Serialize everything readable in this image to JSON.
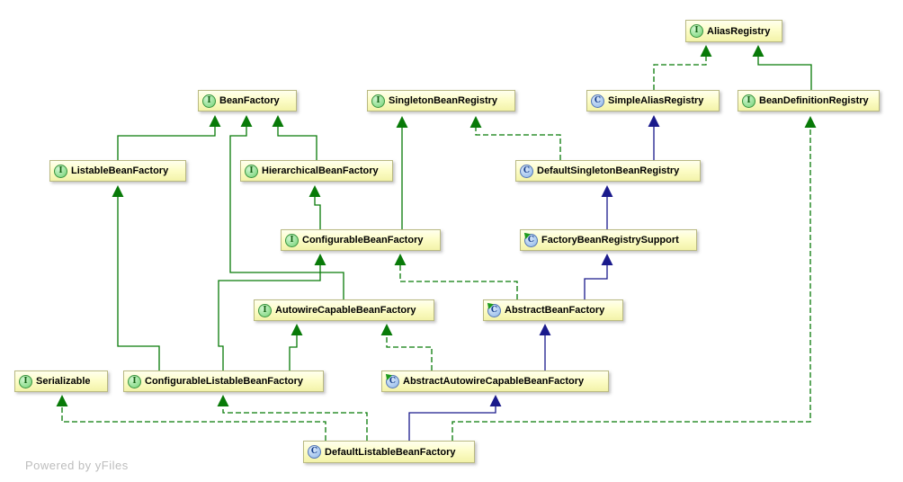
{
  "diagram": {
    "footer": "Powered by yFiles",
    "colors": {
      "node_fill": "#fdfdc9",
      "node_border": "#b9b982",
      "interface_icon_green": "#8fdd8f",
      "class_icon_blue": "#a5c6ee",
      "interface_edge_green": "#087a08",
      "class_edge_navy": "#1a1a8c",
      "footer_gray": "#bdbdbd"
    },
    "legend": {
      "interface_icon_letter_meaning": "interface",
      "class_icon_letter_meaning": "class",
      "solid_green": "interface extends interface",
      "dashed_green": "class implements interface",
      "solid_navy": "class extends class"
    },
    "nodes": [
      {
        "label": "AliasRegistry",
        "stereotype": "interface",
        "icon_letter": "I"
      },
      {
        "label": "BeanFactory",
        "stereotype": "interface",
        "icon_letter": "I"
      },
      {
        "label": "SingletonBeanRegistry",
        "stereotype": "interface",
        "icon_letter": "I"
      },
      {
        "label": "SimpleAliasRegistry",
        "stereotype": "class",
        "icon_letter": "C"
      },
      {
        "label": "BeanDefinitionRegistry",
        "stereotype": "interface",
        "icon_letter": "I"
      },
      {
        "label": "ListableBeanFactory",
        "stereotype": "interface",
        "icon_letter": "I"
      },
      {
        "label": "HierarchicalBeanFactory",
        "stereotype": "interface",
        "icon_letter": "I"
      },
      {
        "label": "DefaultSingletonBeanRegistry",
        "stereotype": "class",
        "icon_letter": "C"
      },
      {
        "label": "ConfigurableBeanFactory",
        "stereotype": "interface",
        "icon_letter": "I"
      },
      {
        "label": "FactoryBeanRegistrySupport",
        "stereotype": "abstract-class",
        "icon_letter": "C"
      },
      {
        "label": "AutowireCapableBeanFactory",
        "stereotype": "interface",
        "icon_letter": "I"
      },
      {
        "label": "AbstractBeanFactory",
        "stereotype": "abstract-class",
        "icon_letter": "C"
      },
      {
        "label": "Serializable",
        "stereotype": "interface",
        "icon_letter": "I"
      },
      {
        "label": "ConfigurableListableBeanFactory",
        "stereotype": "interface",
        "icon_letter": "I"
      },
      {
        "label": "AbstractAutowireCapableBeanFactory",
        "stereotype": "abstract-class",
        "icon_letter": "C"
      },
      {
        "label": "DefaultListableBeanFactory",
        "stereotype": "class",
        "icon_letter": "C"
      }
    ],
    "edges": [
      {
        "from": "ListableBeanFactory",
        "to": "BeanFactory",
        "relation": "extends",
        "style": "solid-green"
      },
      {
        "from": "AutowireCapableBeanFactory",
        "to": "BeanFactory",
        "relation": "extends",
        "style": "solid-green"
      },
      {
        "from": "HierarchicalBeanFactory",
        "to": "BeanFactory",
        "relation": "extends",
        "style": "solid-green"
      },
      {
        "from": "ConfigurableBeanFactory",
        "to": "SingletonBeanRegistry",
        "relation": "extends",
        "style": "solid-green"
      },
      {
        "from": "DefaultSingletonBeanRegistry",
        "to": "SingletonBeanRegistry",
        "relation": "implements",
        "style": "dashed-green"
      },
      {
        "from": "ConfigurableBeanFactory",
        "to": "HierarchicalBeanFactory",
        "relation": "extends",
        "style": "solid-green"
      },
      {
        "from": "BeanDefinitionRegistry",
        "to": "AliasRegistry",
        "relation": "extends",
        "style": "solid-green"
      },
      {
        "from": "SimpleAliasRegistry",
        "to": "AliasRegistry",
        "relation": "implements",
        "style": "dashed-green"
      },
      {
        "from": "DefaultSingletonBeanRegistry",
        "to": "SimpleAliasRegistry",
        "relation": "extends",
        "style": "solid-navy"
      },
      {
        "from": "FactoryBeanRegistrySupport",
        "to": "DefaultSingletonBeanRegistry",
        "relation": "extends",
        "style": "solid-navy"
      },
      {
        "from": "AbstractBeanFactory",
        "to": "FactoryBeanRegistrySupport",
        "relation": "extends",
        "style": "solid-navy"
      },
      {
        "from": "AbstractBeanFactory",
        "to": "ConfigurableBeanFactory",
        "relation": "implements",
        "style": "dashed-green"
      },
      {
        "from": "ConfigurableListableBeanFactory",
        "to": "ListableBeanFactory",
        "relation": "extends",
        "style": "solid-green"
      },
      {
        "from": "ConfigurableListableBeanFactory",
        "to": "ConfigurableBeanFactory",
        "relation": "extends",
        "style": "solid-green"
      },
      {
        "from": "ConfigurableListableBeanFactory",
        "to": "AutowireCapableBeanFactory",
        "relation": "extends",
        "style": "solid-green"
      },
      {
        "from": "AbstractAutowireCapableBeanFactory",
        "to": "AutowireCapableBeanFactory",
        "relation": "implements",
        "style": "dashed-green"
      },
      {
        "from": "AbstractAutowireCapableBeanFactory",
        "to": "AbstractBeanFactory",
        "relation": "extends",
        "style": "solid-navy"
      },
      {
        "from": "DefaultListableBeanFactory",
        "to": "Serializable",
        "relation": "implements",
        "style": "dashed-green"
      },
      {
        "from": "DefaultListableBeanFactory",
        "to": "ConfigurableListableBeanFactory",
        "relation": "implements",
        "style": "dashed-green"
      },
      {
        "from": "DefaultListableBeanFactory",
        "to": "AbstractAutowireCapableBeanFactory",
        "relation": "extends",
        "style": "solid-navy"
      },
      {
        "from": "DefaultListableBeanFactory",
        "to": "BeanDefinitionRegistry",
        "relation": "implements",
        "style": "dashed-green"
      }
    ]
  }
}
